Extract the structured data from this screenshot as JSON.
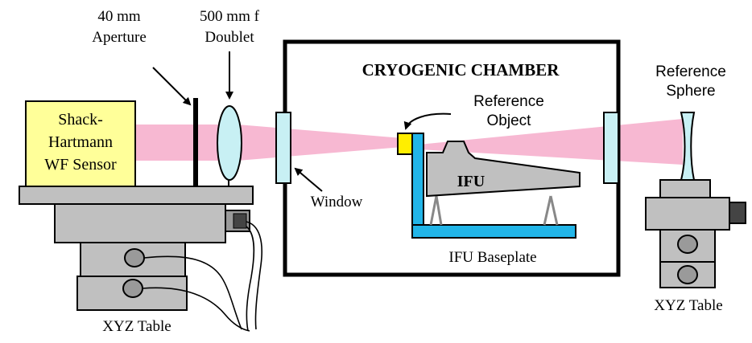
{
  "labels": {
    "aperture_line1": "40 mm",
    "aperture_line2": "Aperture",
    "doublet_line1": "500 mm f",
    "doublet_line2": "Doublet",
    "sensor_line1": "Shack-",
    "sensor_line2": "Hartmann",
    "sensor_line3": "WF Sensor",
    "chamber_title": "CRYOGENIC CHAMBER",
    "reference_object_line1": "Reference",
    "reference_object_line2": "Object",
    "ifu": "IFU",
    "window": "Window",
    "ifu_baseplate": "IFU Baseplate",
    "reference_sphere_line1": "Reference",
    "reference_sphere_line2": "Sphere",
    "xyz_table_left": "XYZ Table",
    "xyz_table_right": "XYZ Table"
  },
  "colors": {
    "beam": "#f7b8d2",
    "sensor": "#ffff99",
    "lens": "#c8f0f4",
    "reference_object": "#ffee00",
    "baseplate": "#22b5e8",
    "metal": "#c0c0c0",
    "metal_dark": "#9a9a9a"
  }
}
